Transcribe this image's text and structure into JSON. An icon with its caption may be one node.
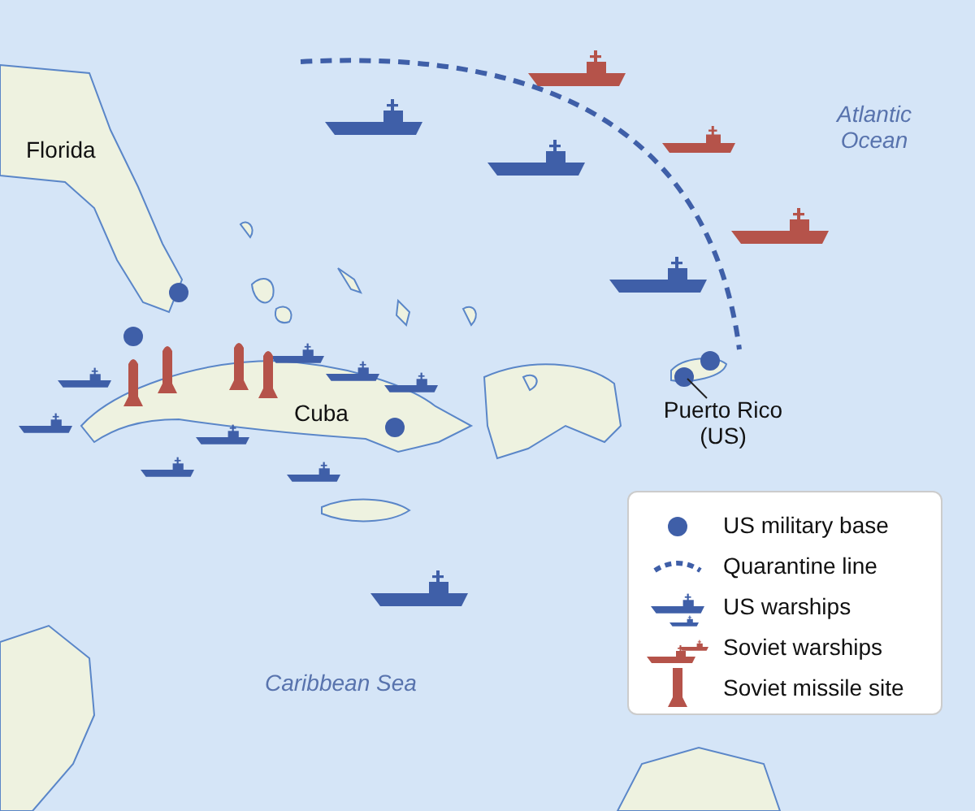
{
  "diagram": {
    "nodes": [
      {
        "text": [
          "Puerto Rico (US)"
        ]
      },
      {
        "text": [],
        "shape": "island"
      }
    ],
    "edges": [
      {
        "from": 0,
        "to": 1,
        "arrow": "none"
      }
    ],
    "labels": [
      "Atlantic Ocean",
      "Florida",
      "Cuba",
      "Caribbean Sea"
    ],
    "legend": [
      {
        "text": "US military base"
      },
      {
        "text": "Quarantine line"
      },
      {
        "text": "US warships"
      },
      {
        "text": "Soviet warships"
      },
      {
        "text": "Soviet missile site"
      }
    ]
  }
}
